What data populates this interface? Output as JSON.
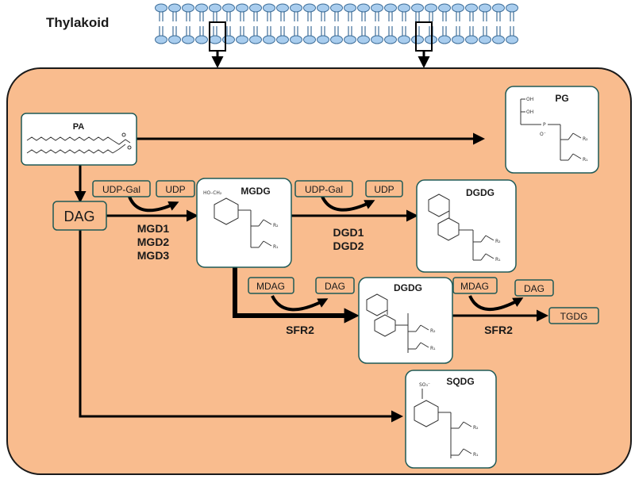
{
  "title": "Thylakoid",
  "nodes": {
    "pa": "PA",
    "dag": "DAG",
    "pg": "PG",
    "mgdg": "MGDG",
    "dgdg_top": "DGDG",
    "dgdg_mid": "DGDG",
    "sqdg": "SQDG",
    "tgdg": "TGDG"
  },
  "small_boxes": {
    "udp_gal_1": "UDP-Gal",
    "udp_1": "UDP",
    "udp_gal_2": "UDP-Gal",
    "udp_2": "UDP",
    "mdag_1": "MDAG",
    "dag_1": "DAG",
    "mdag_2": "MDAG",
    "dag_2": "DAG"
  },
  "enzymes": {
    "mgd": [
      "MGD1",
      "MGD2",
      "MGD3"
    ],
    "dgd": [
      "DGD1",
      "DGD2"
    ],
    "sfr2_a": "SFR2",
    "sfr2_b": "SFR2"
  },
  "structure_labels": {
    "pg_oh1": "OH",
    "pg_oh2": "OH",
    "pg_p": "P",
    "pg_ominus": "O⁻",
    "r1": "R₁",
    "r2": "R₂",
    "sqdg_so3": "SO₃⁻",
    "ho_ch2": "HO–CH₂"
  },
  "colors": {
    "cell_fill": "#f9bc8e",
    "cell_stroke": "#1a1a1a",
    "membrane_head": "#a9cdee",
    "membrane_head_stroke": "#3f6f9a",
    "box_fill": "#f9bc8e",
    "box_stroke": "#1f5a57",
    "node_fill": "#ffffff",
    "arrow": "#000000"
  }
}
